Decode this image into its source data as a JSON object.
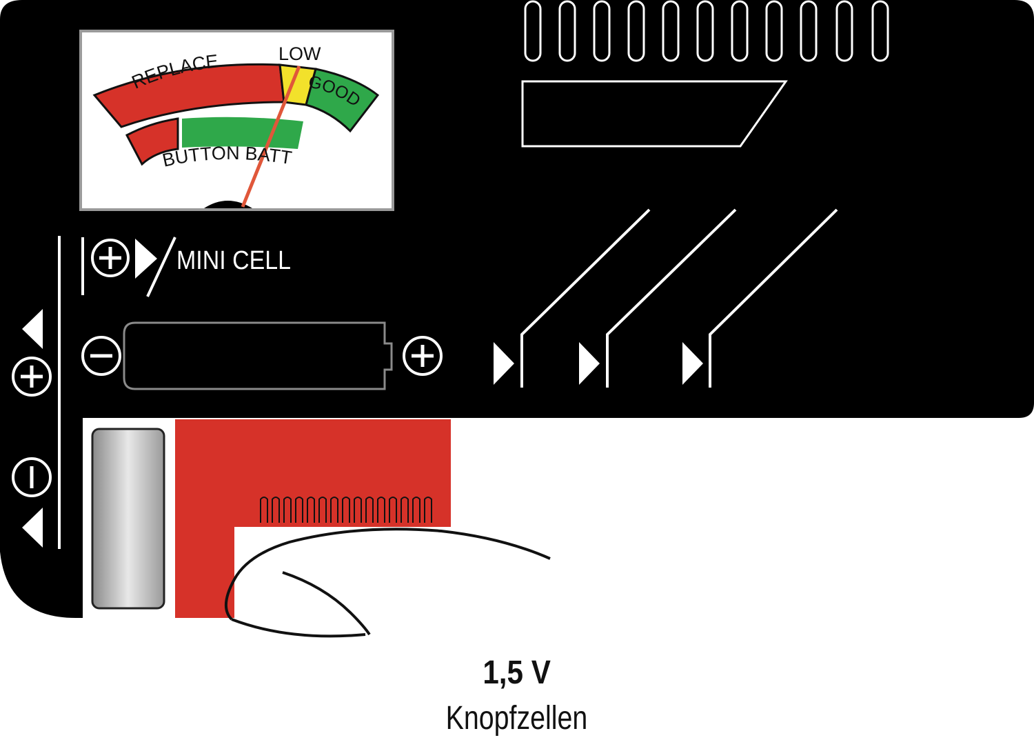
{
  "meter": {
    "replace_label": "REPLACE",
    "low_label": "LOW",
    "good_label": "GOOD",
    "button_batt_label": "BUTTON BATT"
  },
  "slots": {
    "mini_cell_label": "MINI CELL"
  },
  "caption": {
    "voltage": "1,5 V",
    "cell_type": "Knopfzellen"
  },
  "colors": {
    "device_body": "#000000",
    "replace_zone": "#d63229",
    "low_zone": "#f2e12b",
    "good_zone": "#2fa84a",
    "needle": "#e0573a",
    "slider": "#d63229"
  },
  "icons": {
    "plus": "plus-in-circle-icon",
    "minus": "minus-in-circle-icon",
    "arrow": "triangle-arrow-icon"
  }
}
